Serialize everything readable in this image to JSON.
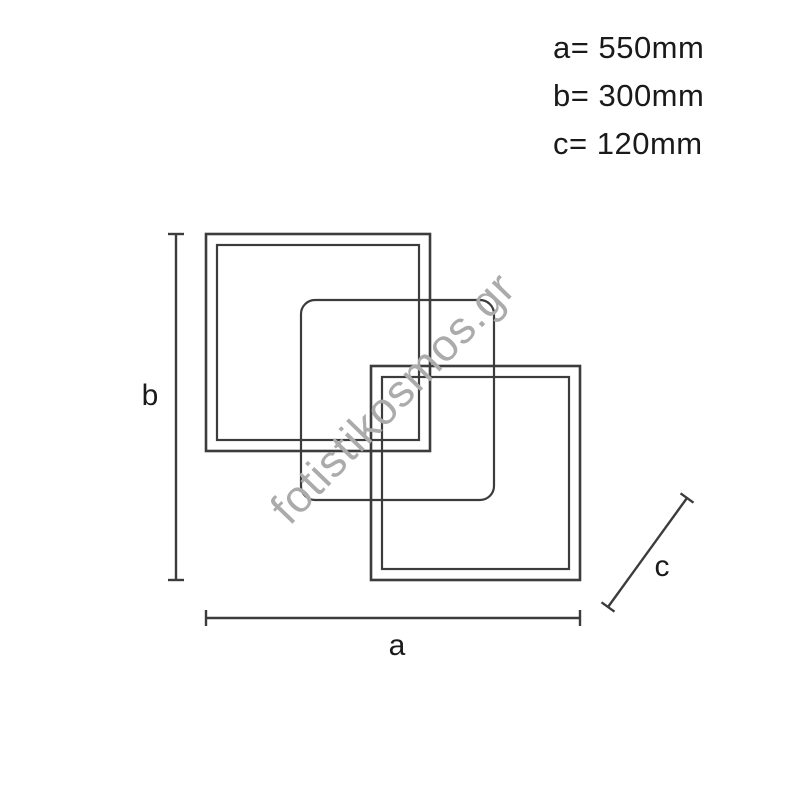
{
  "colors": {
    "line": "#3c3c3c",
    "text": "#1a1a1a",
    "watermark": "#ababab"
  },
  "dimensions": {
    "a": {
      "label": "a",
      "value": "a= 550mm"
    },
    "b": {
      "label": "b",
      "value": "b= 300mm"
    },
    "c": {
      "label": "c",
      "value": "c= 120mm"
    }
  },
  "watermark": {
    "text": "fotistikosmos.gr"
  }
}
